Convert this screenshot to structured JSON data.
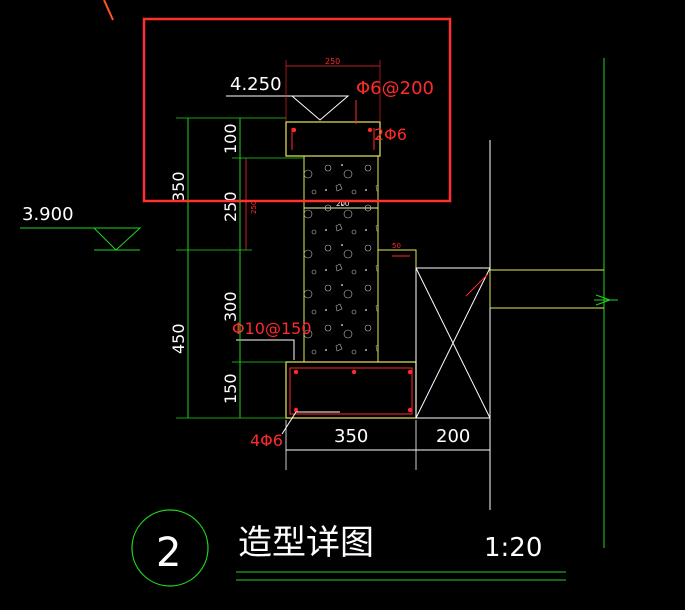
{
  "colors": {
    "background": "#000000",
    "green": "#1fd61f",
    "yellow": "#e8e85a",
    "red": "#ff2a2a",
    "white": "#ffffff",
    "highlight": "#ff3030"
  },
  "drawing": {
    "elevation_top": "4.250",
    "elevation_slab": "3.900",
    "dim_top_width": "250",
    "dim_mid_width": "200",
    "dim_small_right": "50",
    "dim_100": "100",
    "dim_250": "250",
    "dim_250_inner": "250",
    "dim_300": "300",
    "dim_150": "150",
    "dim_350_vertical": "350",
    "dim_450": "450",
    "dim_350_bottom": "350",
    "dim_200_bottom": "200",
    "rebar_top_stirrup": "Φ6@200",
    "rebar_top_bars": "2Φ6",
    "rebar_mid_stirrup": "Φ10@150",
    "rebar_bottom_bars": "4Φ6"
  },
  "title_block": {
    "number": "2",
    "title": "造型详图",
    "scale": "1:20"
  }
}
